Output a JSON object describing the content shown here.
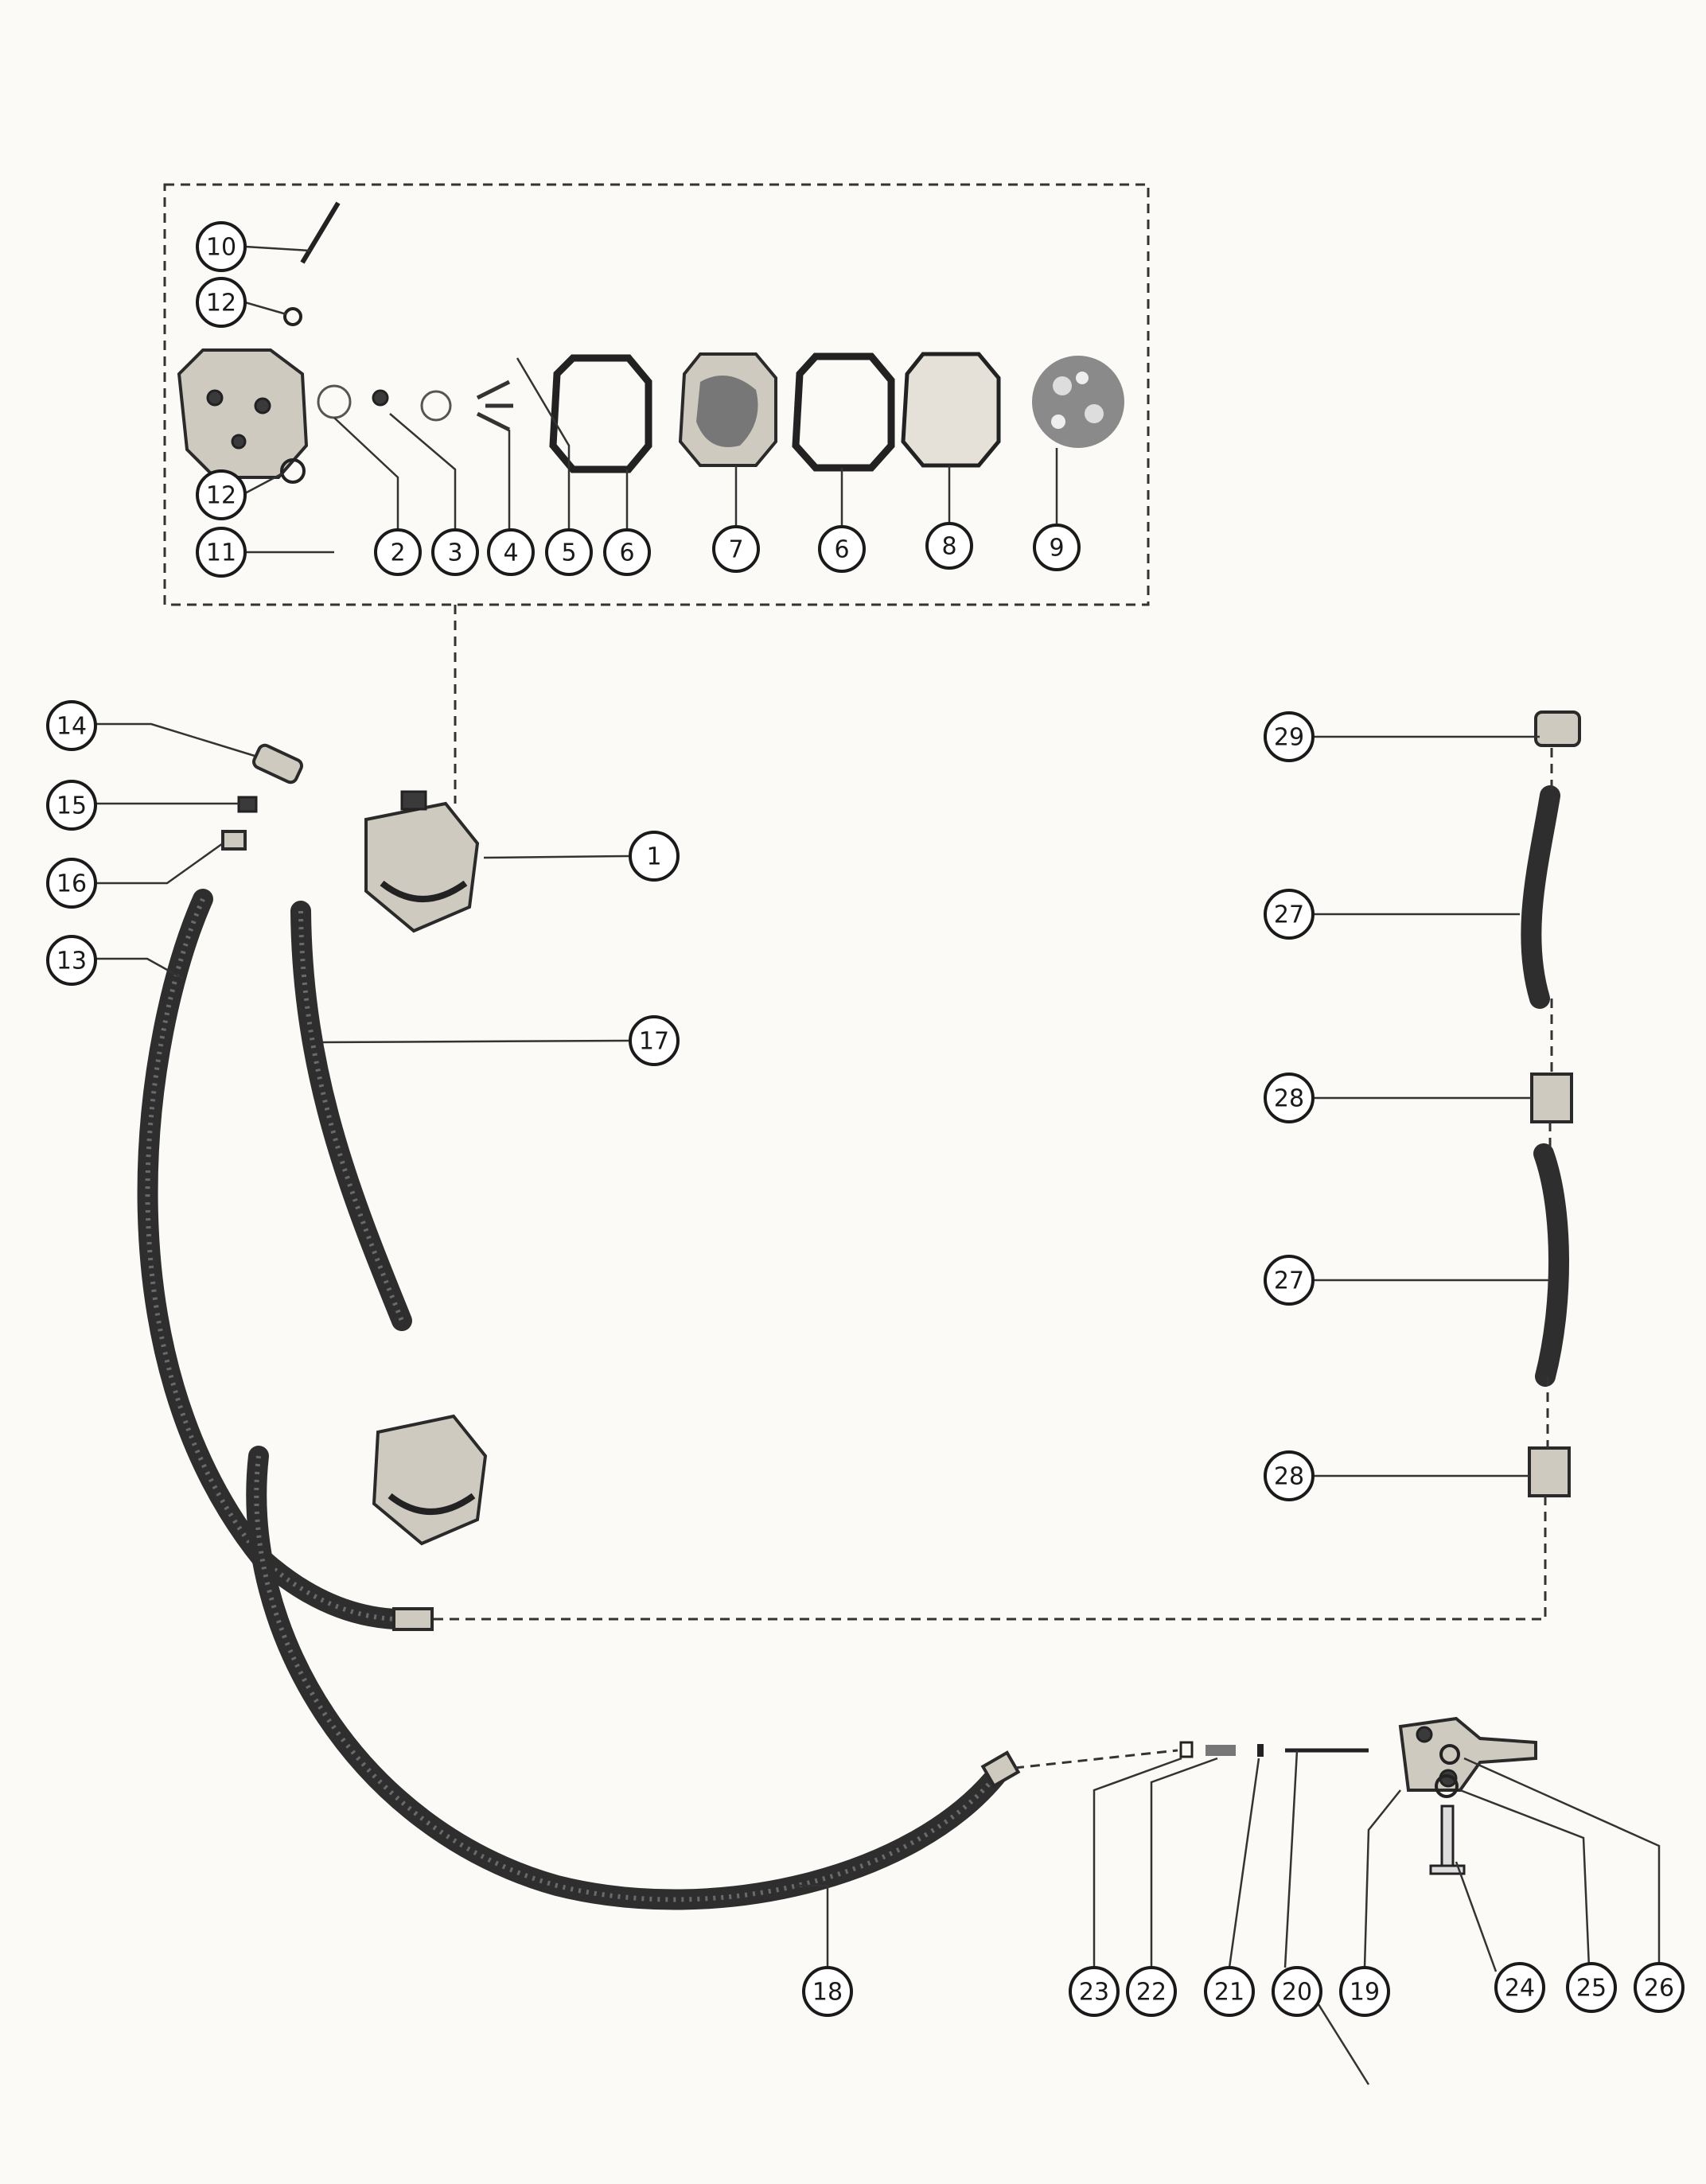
{
  "diagram": {
    "kind": "exploded parts diagram",
    "callouts": {
      "c1": "1",
      "c2": "2",
      "c3": "3",
      "c4": "4",
      "c5": "5",
      "c6a": "6",
      "c6b": "6",
      "c7": "7",
      "c8": "8",
      "c9": "9",
      "c10": "10",
      "c11": "11",
      "c12a": "12",
      "c12b": "12",
      "c13": "13",
      "c14": "14",
      "c15": "15",
      "c16": "16",
      "c17": "17",
      "c18": "18",
      "c19": "19",
      "c20": "20",
      "c21": "21",
      "c22": "22",
      "c23": "23",
      "c24": "24",
      "c25": "25",
      "c26": "26",
      "c27a": "27",
      "c27b": "27",
      "c28a": "28",
      "c28b": "28",
      "c29": "29"
    },
    "colors": {
      "ink": "#1a1a1a",
      "paper": "#fbfaf7",
      "hose": "#2e2e2e"
    }
  }
}
